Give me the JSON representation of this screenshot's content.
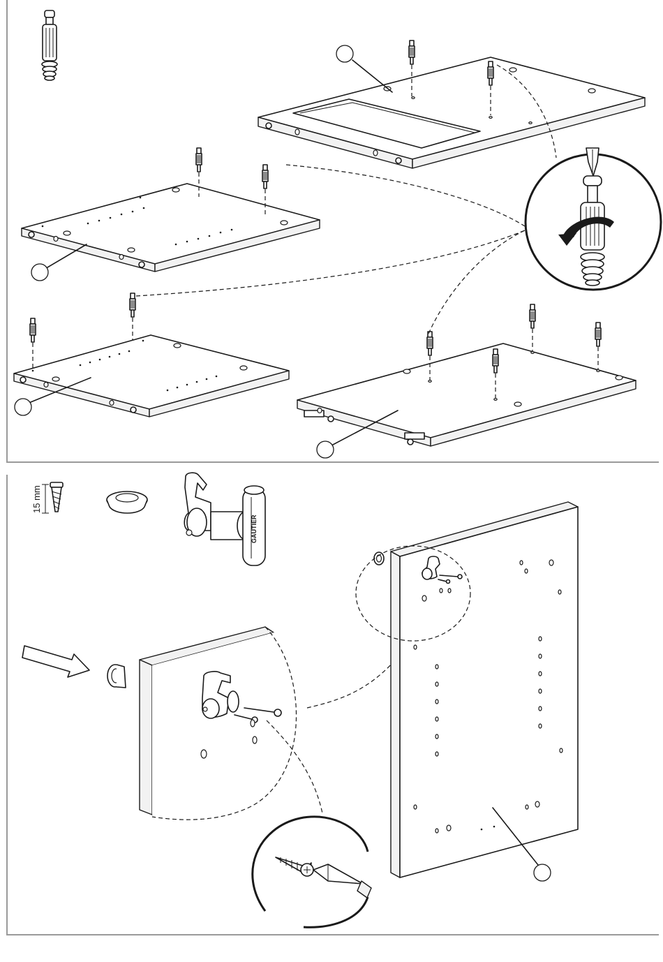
{
  "parts": {
    "screw_length_label": "15 mm",
    "lock_brand": "GAUTIER"
  },
  "steps": [
    {
      "name": "top-panel-assembly",
      "callout_number": ""
    },
    {
      "name": "lock-installation",
      "callout_number": ""
    }
  ],
  "icons": {
    "cam_dowel": "cam-dowel-icon",
    "screw": "wood-screw-icon",
    "grommet": "grommet-ring-icon",
    "lock": "cam-lock-icon",
    "screwdriver": "screwdriver-icon",
    "arrow": "direction-arrow-icon"
  }
}
